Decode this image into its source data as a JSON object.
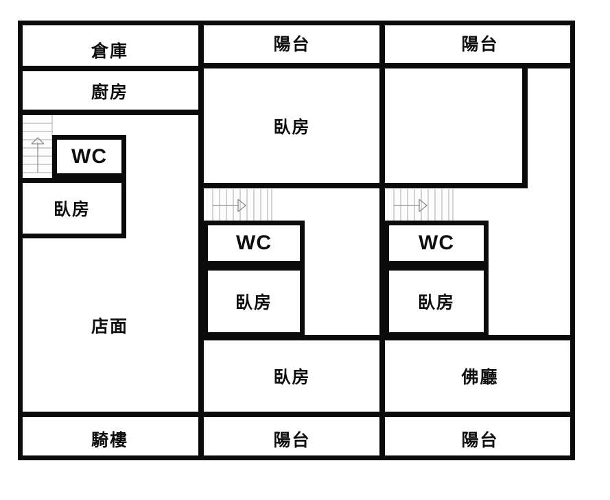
{
  "diagram": {
    "kind": "floor-plan",
    "title": "",
    "background_color": "#ffffff",
    "wall_color": "#0b0b0b",
    "label_color": "#0e0e0e",
    "stair_line_color": "#b8b8b8",
    "arrow_color": "#8c8c8c"
  },
  "rooms": {
    "storage": "倉庫",
    "kitchen": "廚房",
    "left_wc": "WC",
    "left_bedroom": "臥房",
    "storefront": "店面",
    "arcade": "騎樓",
    "balcony_top_mid": "陽台",
    "balcony_top_right": "陽台",
    "balcony_bottom_mid": "陽台",
    "balcony_bottom_right": "陽台",
    "mid_bedroom_top": "臥房",
    "mid_wc": "WC",
    "mid_bedroom_small": "臥房",
    "mid_bedroom_bottom": "臥房",
    "right_room_top": "",
    "right_wc": "WC",
    "right_bedroom_small": "臥房",
    "buddha_hall": "佛廳"
  },
  "stairs": {
    "left": {
      "direction": "up",
      "arrow": "▲",
      "steps": 8,
      "orientation": "horizontal-treads"
    },
    "middle": {
      "direction": "right",
      "arrow": "▶",
      "steps": 10,
      "orientation": "vertical-treads"
    },
    "right": {
      "direction": "right",
      "arrow": "▶",
      "steps": 10,
      "orientation": "vertical-treads"
    }
  }
}
